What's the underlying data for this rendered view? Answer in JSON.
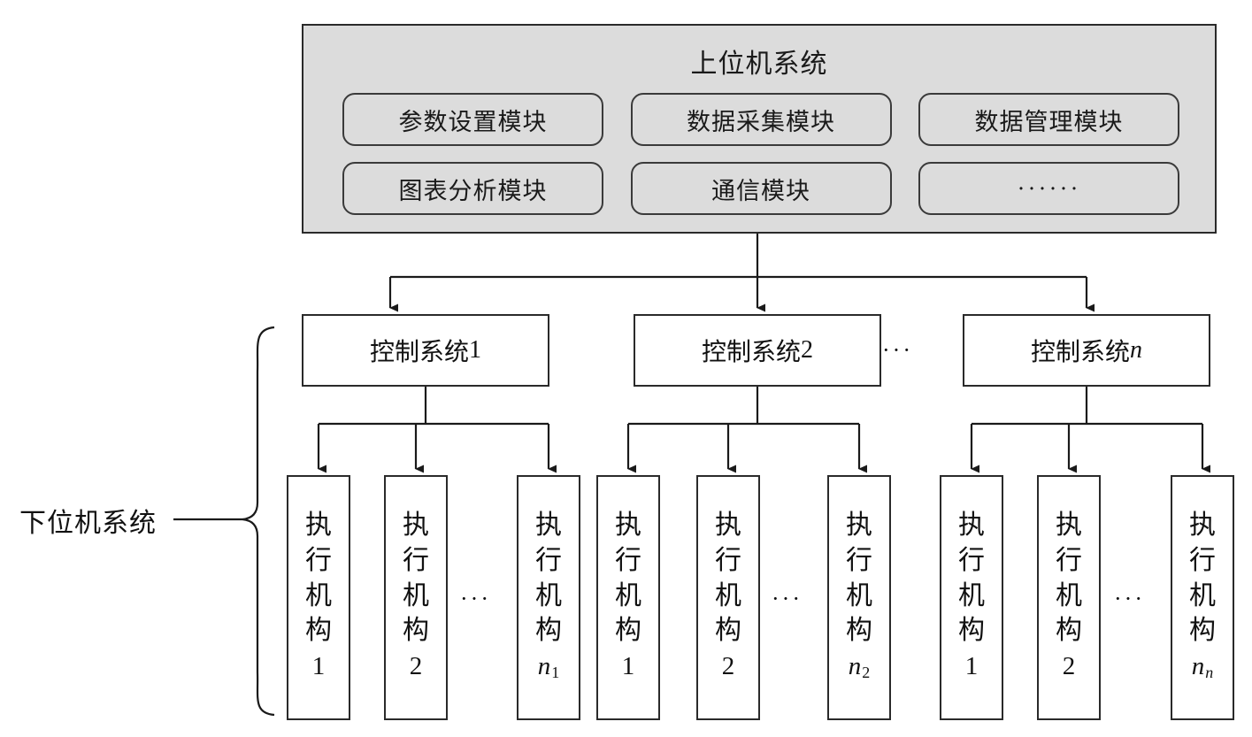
{
  "diagram": {
    "title": "上位机系统",
    "lower_system_label": "下位机系统",
    "ellipsis_short": "···",
    "ellipsis_long": "······"
  },
  "host_system": {
    "title": "上位机系统",
    "modules": [
      {
        "label": "参数设置模块",
        "name": "parameter-setting-module"
      },
      {
        "label": "数据采集模块",
        "name": "data-acquisition-module"
      },
      {
        "label": "数据管理模块",
        "name": "data-management-module"
      },
      {
        "label": "图表分析模块",
        "name": "chart-analysis-module"
      },
      {
        "label": "通信模块",
        "name": "communication-module"
      },
      {
        "label": "······",
        "name": "more-modules-placeholder"
      }
    ]
  },
  "control_systems": [
    {
      "label": "控制系统",
      "index": "1",
      "index_italic": false
    },
    {
      "label": "控制系统",
      "index": "2",
      "index_italic": false
    },
    {
      "label": "控制系统",
      "index": "n",
      "index_italic": true
    }
  ],
  "control_group_ellipsis": "···",
  "executor_groups": [
    {
      "group": 1,
      "items": [
        {
          "label": "执行机构",
          "index": "1",
          "subscript": ""
        },
        {
          "label": "执行机构",
          "index": "2",
          "subscript": ""
        },
        {
          "label": "执行机构",
          "index": "n",
          "subscript": "1"
        }
      ],
      "ellipsis": "···"
    },
    {
      "group": 2,
      "items": [
        {
          "label": "执行机构",
          "index": "1",
          "subscript": ""
        },
        {
          "label": "执行机构",
          "index": "2",
          "subscript": ""
        },
        {
          "label": "执行机构",
          "index": "n",
          "subscript": "2"
        }
      ],
      "ellipsis": "···"
    },
    {
      "group": 3,
      "items": [
        {
          "label": "执行机构",
          "index": "1",
          "subscript": ""
        },
        {
          "label": "执行机构",
          "index": "2",
          "subscript": ""
        },
        {
          "label": "执行机构",
          "index": "n",
          "subscript": "n"
        }
      ],
      "ellipsis": "···"
    }
  ],
  "colors": {
    "panel_fill": "#dcdcdc",
    "stroke": "#2a2a2a",
    "text": "#111111",
    "box_fill": "#ffffff"
  }
}
